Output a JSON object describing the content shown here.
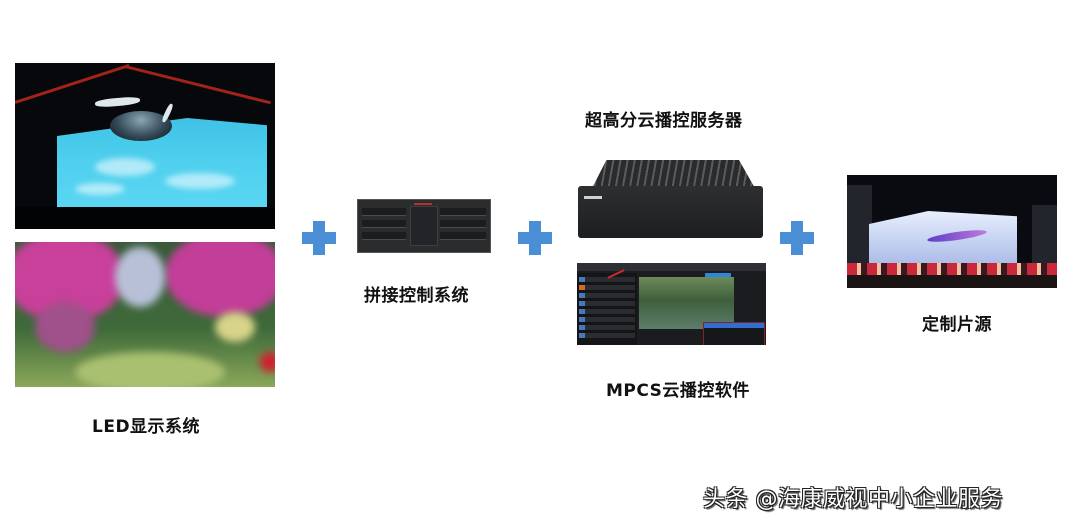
{
  "diagram": {
    "components": [
      {
        "id": "led",
        "label": "LED显示系统",
        "images": [
          "3d-whale-led-screen",
          "flower-path-led-screen"
        ]
      },
      {
        "id": "splicing",
        "label": "拼接控制系统",
        "images": [
          "splicing-controller-device"
        ]
      },
      {
        "id": "cloud",
        "top_label": "超高分云播控服务器",
        "bottom_label": "MPCS云播控软件",
        "images": [
          "cloud-server-device",
          "mpcs-software-screenshot"
        ]
      },
      {
        "id": "content",
        "label": "定制片源",
        "images": [
          "3d-whale-street-screen"
        ]
      }
    ],
    "connectors": [
      "plus-icon",
      "plus-icon",
      "plus-icon"
    ],
    "connector_color": "#4a8fd6"
  },
  "watermark": "头条 @海康威视中小企业服务"
}
